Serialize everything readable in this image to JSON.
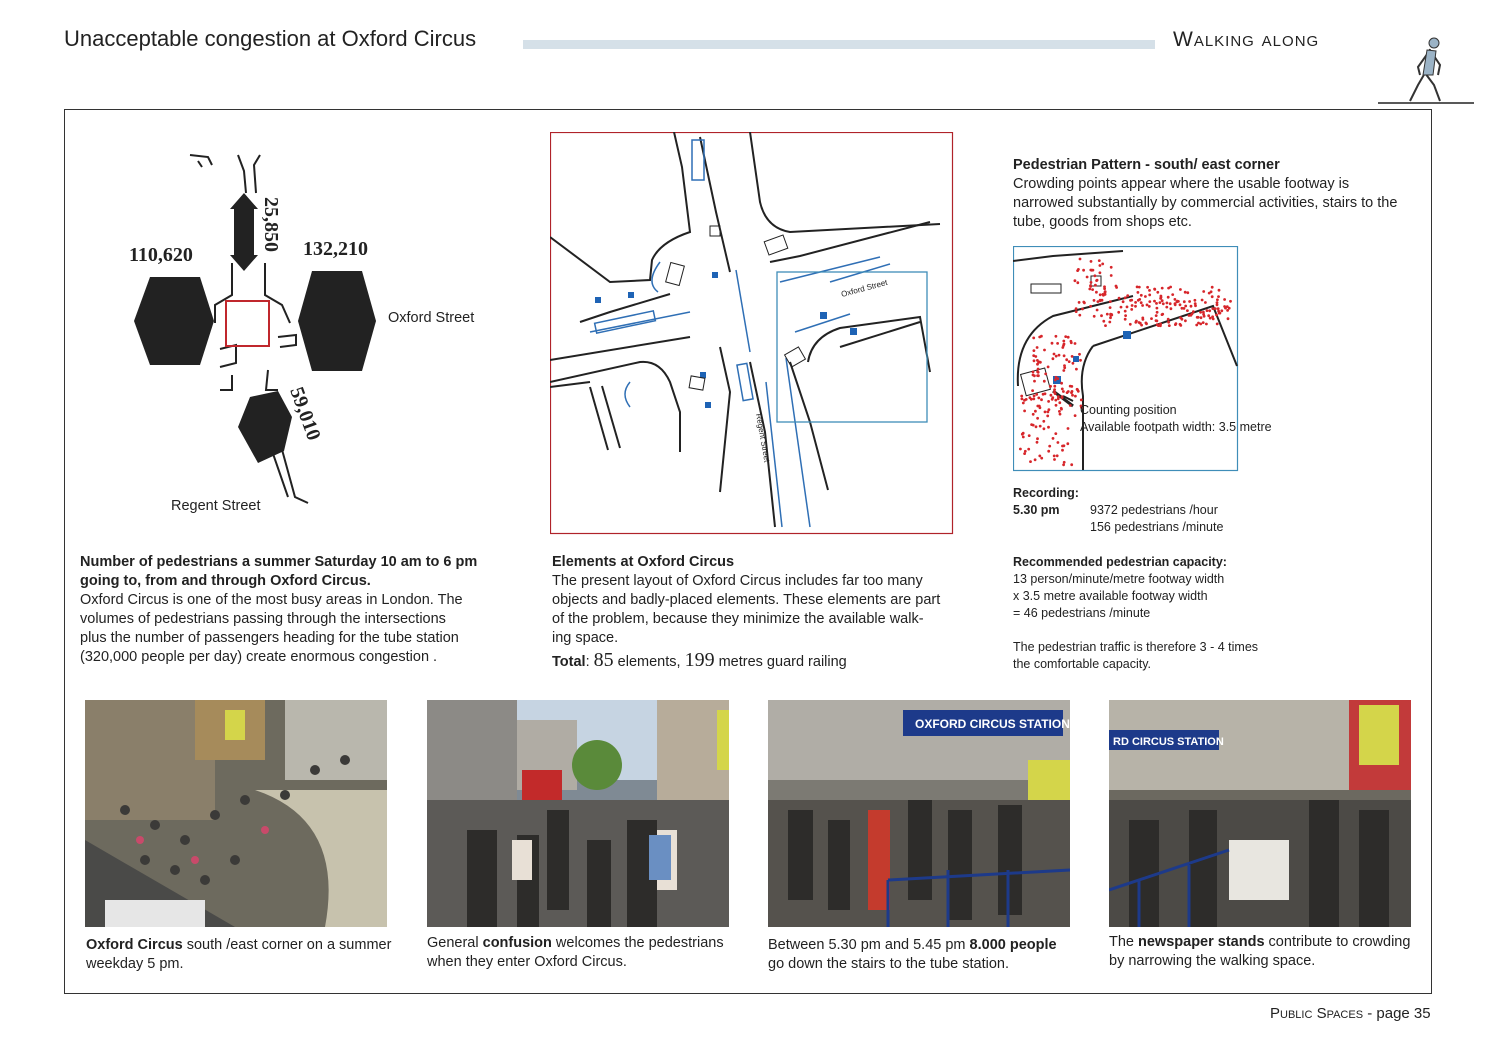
{
  "header": {
    "title": "Unacceptable congestion at Oxford Circus",
    "section": "Walking along"
  },
  "diagram1": {
    "north_count": "25,850",
    "west_count": "110,620",
    "east_count": "132,210",
    "south_count": "59,010",
    "oxford_label": "Oxford Street",
    "regent_label": "Regent Street"
  },
  "col1": {
    "heading_line1": "Number of pedestrians a summer Saturday 10 am to 6 pm",
    "heading_line2": "going to, from and through Oxford Circus.",
    "body": [
      "Oxford Circus is one of the most busy areas in London. The",
      "volumes of pedestrians passing through the intersections",
      "plus the number of passengers heading for the tube station",
      "(320,000 people per day) create enormous congestion ."
    ]
  },
  "map": {
    "oxford_label": "Oxford Street",
    "regent_label": "Regent Street"
  },
  "col2": {
    "heading": "Elements at Oxford Circus",
    "body": [
      "The present layout of Oxford Circus includes far too many",
      "objects and badly-placed elements. These elements are part",
      "of the problem, because they minimize the available walk-",
      "ing space."
    ],
    "total_label": "Total",
    "elements_count": "85",
    "elements_text": "elements,",
    "railing_count": "199",
    "railing_text": "metres guard railing"
  },
  "col3": {
    "pattern_heading": "Pedestrian Pattern - south/ east corner",
    "pattern_body": [
      "Crowding points appear where the usable footway is",
      "narrowed substantially by commercial activities, stairs to the",
      "tube, goods from shops etc."
    ],
    "counting_label": "Counting position",
    "footpath_label": "Available footpath width: 3.5 metre",
    "recording_label": "Recording:",
    "recording_time": "5.30 pm",
    "per_hour": "9372 pedestrians /hour",
    "per_minute": "156 pedestrians /minute",
    "capacity_heading": "Recommended pedestrian capacity:",
    "capacity_lines": [
      "13 person/minute/metre footway width",
      "x 3.5 metre available footway width",
      "= 46 pedestrians /minute"
    ],
    "conclusion_lines": [
      "The pedestrian traffic is therefore 3 - 4 times",
      "the comfortable capacity."
    ]
  },
  "photos": [
    {
      "bold": "Oxford Circus",
      "rest1": " south /east corner on a summer",
      "line2": "weekday 5 pm."
    },
    {
      "pre": "General ",
      "bold": "confusion",
      "rest1": " welcomes the pedestrians",
      "line2": "when they enter Oxford Circus."
    },
    {
      "pre": "Between 5.30 pm and 5.45 pm ",
      "bold": "8.000 people",
      "line2": "go down the stairs to the tube station."
    },
    {
      "pre": "The ",
      "bold": "newspaper stands",
      "rest1": " contribute to crowding",
      "line2": "by narrowing the walking space."
    }
  ],
  "photo_signs": {
    "station_sign": "OXFORD CIRCUS STATION",
    "station_sign_partial": "RD CIRCUS STATION"
  },
  "footer": {
    "section": "Public Spaces",
    "page": "- page 35"
  }
}
